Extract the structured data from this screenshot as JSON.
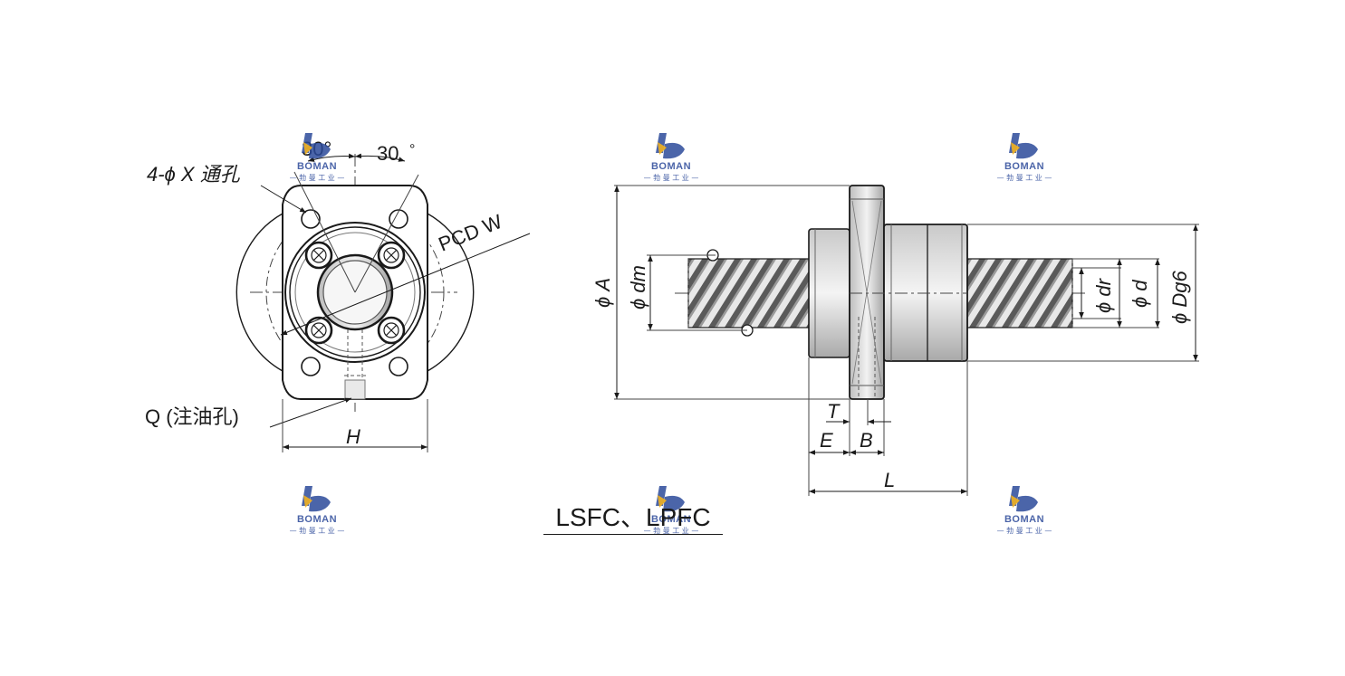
{
  "caption": "LSFC、LPFC",
  "watermark": {
    "word": "BOMAN",
    "sub": "— 勃 曼 工 业 —",
    "colors": {
      "blue": "#2c4a9a",
      "gold": "#f2b11f"
    }
  },
  "labels": {
    "hole": "4-ϕ X 通孔",
    "angle_left": "30°",
    "angle_right": "30",
    "degree": "°",
    "pcd": "PCD  W",
    "oil": "Q (注油孔)",
    "h": "H",
    "phi_a": "ϕ A",
    "phi_dm": "ϕ dm",
    "phi_dr": "ϕ dr",
    "phi_d": "ϕ d",
    "phi_dg6": "ϕ Dg6",
    "t": "T",
    "e": "E",
    "b": "B",
    "l": "L"
  }
}
